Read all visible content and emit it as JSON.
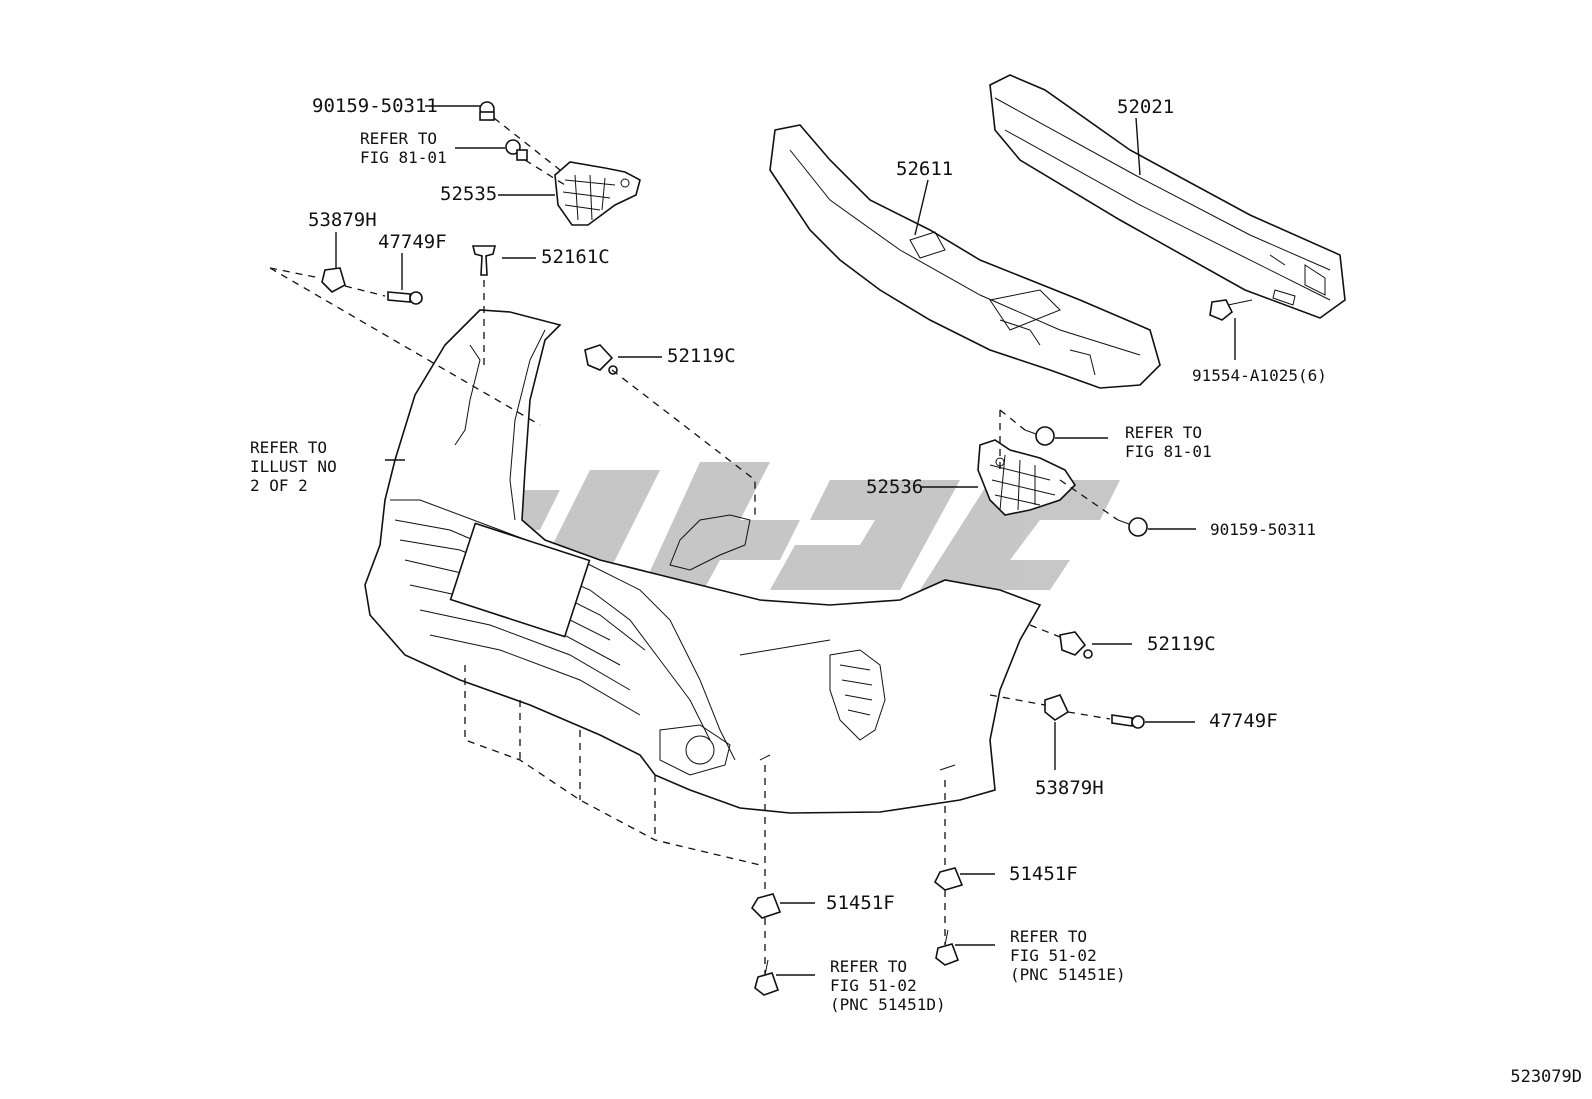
{
  "callouts": {
    "p90159_top": "90159-50311",
    "refer_81_top": "REFER TO\nFIG 81-01",
    "p52535": "52535",
    "p53879H_left": "53879H",
    "p47749F_left": "47749F",
    "p52161C": "52161C",
    "p52119C_top": "52119C",
    "refer_illust": "REFER TO\nILLUST NO\n2 OF 2",
    "p52611": "52611",
    "p52021": "52021",
    "p91554": "91554-A1025(6)",
    "refer_81_right": "REFER TO\nFIG 81-01",
    "p52536": "52536",
    "p90159_right": "90159-50311",
    "p52119C_right": "52119C",
    "p47749F_right": "47749F",
    "p53879H_right": "53879H",
    "p51451F_right": "51451F",
    "p51451F_left": "51451F",
    "refer_51_right": "REFER TO\nFIG 51-02\n(PNC 51451E)",
    "refer_51_left": "REFER TO\nFIG 51-02\n(PNC 51451D)"
  },
  "figure_id": "523079D",
  "colors": {
    "ink": "#111111",
    "watermark": "#bdbdbd",
    "background": "#ffffff"
  }
}
